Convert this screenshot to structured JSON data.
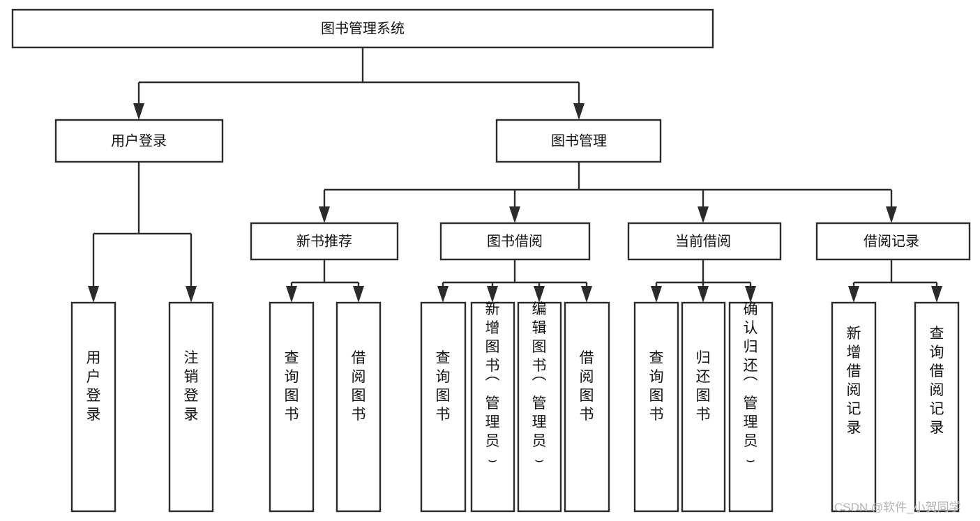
{
  "diagram": {
    "title": "图书管理系统",
    "type": "tree-hierarchy",
    "root": {
      "label": "图书管理系统"
    },
    "level2": [
      {
        "label": "用户登录"
      },
      {
        "label": "图书管理"
      }
    ],
    "level3": [
      {
        "label": "新书推荐"
      },
      {
        "label": "图书借阅"
      },
      {
        "label": "当前借阅"
      },
      {
        "label": "借阅记录"
      }
    ],
    "leaves": {
      "user_login": [
        {
          "label": "用户登录"
        },
        {
          "label": "注销登录"
        }
      ],
      "new_book_recommend": [
        {
          "label": "查询图书"
        },
        {
          "label": "借阅图书"
        }
      ],
      "book_borrow": [
        {
          "label": "查询图书"
        },
        {
          "label": "新增图书（管理员）"
        },
        {
          "label": "编辑图书（管理员）"
        },
        {
          "label": "借阅图书"
        }
      ],
      "current_borrow": [
        {
          "label": "查询图书"
        },
        {
          "label": "归还图书"
        },
        {
          "label": "确认归还（管理员）"
        }
      ],
      "borrow_record": [
        {
          "label": "新增借阅记录"
        },
        {
          "label": "查询借阅记录"
        }
      ]
    }
  },
  "watermark": {
    "text": "CSDN @软件_小贺同学"
  },
  "colors": {
    "stroke": "#2b2b2b",
    "fill": "#ffffff",
    "text": "#111111",
    "watermark": "#b4b4b4"
  }
}
